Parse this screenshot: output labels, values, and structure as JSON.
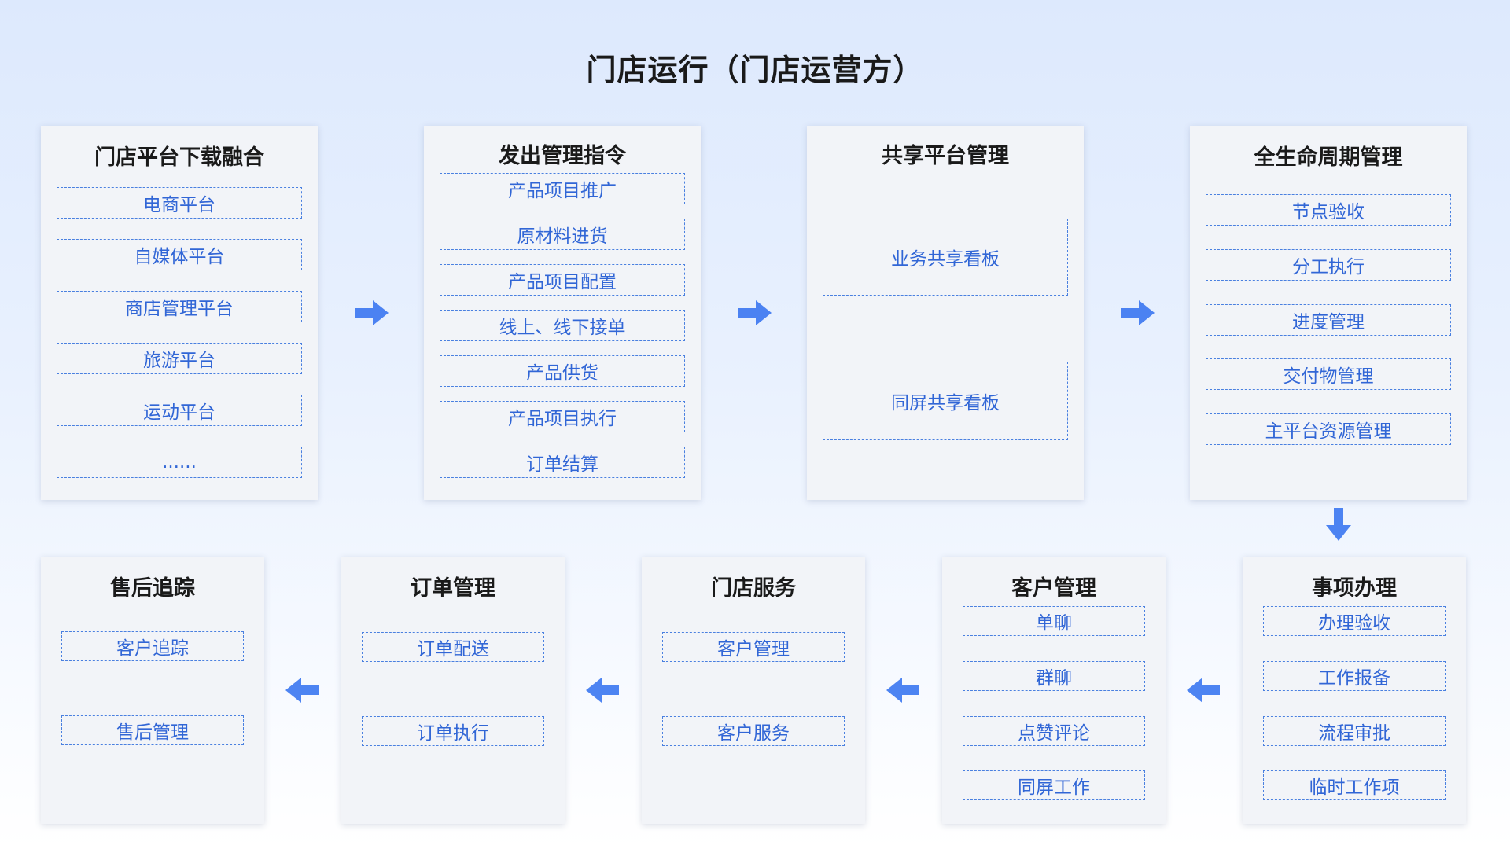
{
  "title": "门店运行（门店运营方）",
  "row1": [
    {
      "title": "门店平台下载融合",
      "items": [
        "电商平台",
        "自媒体平台",
        "商店管理平台",
        "旅游平台",
        "运动平台",
        "......"
      ]
    },
    {
      "title": "发出管理指令",
      "items": [
        "产品项目推广",
        "原材料进货",
        "产品项目配置",
        "线上、线下接单",
        "产品供货",
        "产品项目执行",
        "订单结算"
      ]
    },
    {
      "title": "共享平台管理",
      "items": [
        "业务共享看板",
        "同屏共享看板"
      ]
    },
    {
      "title": "全生命周期管理",
      "items": [
        "节点验收",
        "分工执行",
        "进度管理",
        "交付物管理",
        "主平台资源管理"
      ]
    }
  ],
  "row2": [
    {
      "title": "售后追踪",
      "items": [
        "客户追踪",
        "售后管理"
      ]
    },
    {
      "title": "订单管理",
      "items": [
        "订单配送",
        "订单执行"
      ]
    },
    {
      "title": "门店服务",
      "items": [
        "客户管理",
        "客户服务"
      ]
    },
    {
      "title": "客户管理",
      "items": [
        "单聊",
        "群聊",
        "点赞评论",
        "同屏工作"
      ]
    },
    {
      "title": "事项办理",
      "items": [
        "办理验收",
        "工作报备",
        "流程审批",
        "临时工作项"
      ]
    }
  ],
  "colors": {
    "accent": "#3166d6",
    "border": "#4a80e0",
    "card": "#f2f4f8",
    "arrow": "#2f6ff0"
  }
}
